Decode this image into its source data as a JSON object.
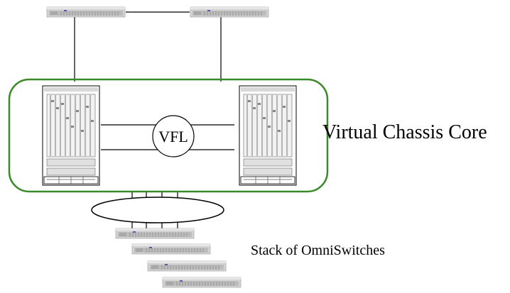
{
  "labels": {
    "vfl": "VFL",
    "core": "Virtual Chassis Core",
    "stack": "Stack of OmniSwitches"
  },
  "icons": {
    "top_switches": [
      "switch-icon",
      "switch-icon"
    ],
    "chassis": [
      "chassis-icon",
      "chassis-icon"
    ],
    "stack_switches": [
      "switch-icon",
      "switch-icon",
      "switch-icon",
      "switch-icon"
    ]
  },
  "colors": {
    "core_border": "#3a8a2a",
    "line": "#000000",
    "switch_fill": "#c8c8c8"
  }
}
